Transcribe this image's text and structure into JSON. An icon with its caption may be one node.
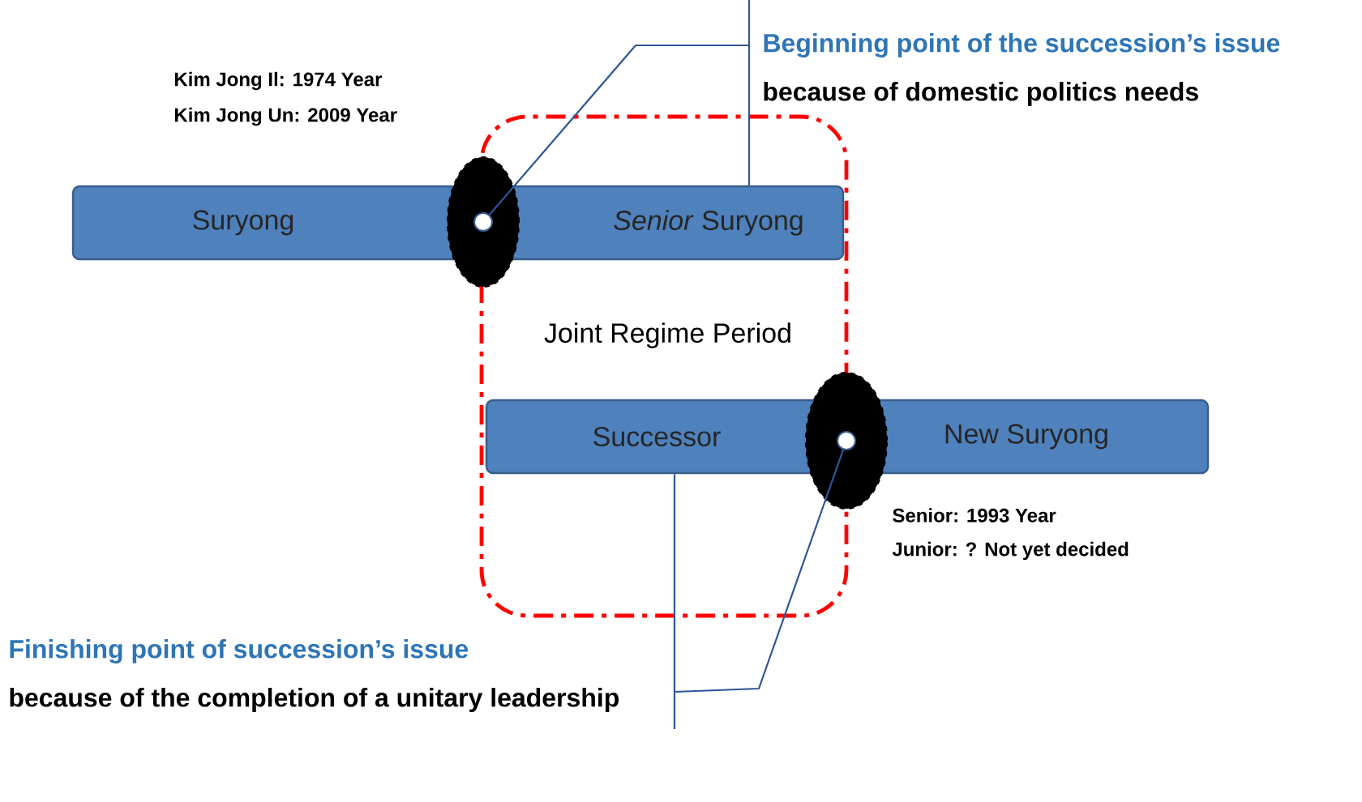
{
  "diagram": {
    "nodes": [
      {
        "text": [
          "Suryong",
          "*Senior* Suryong"
        ]
      },
      {
        "text": [
          "Successor",
          "New Suryong"
        ]
      },
      {
        "text": [
          "Joint Regime Period"
        ]
      },
      {
        "text": [],
        "shape": "ellipse",
        "beside": [
          "Kim Jong Il: 1974 Year",
          "Kim Jong Un: 2009 Year"
        ]
      },
      {
        "text": [],
        "shape": "ellipse",
        "beside": [
          "Senior: 1993 Year",
          "Junior: ? Not yet decided"
        ]
      },
      {
        "text": [
          "Beginning point of the succession’s issue",
          "because of domestic politics needs"
        ]
      },
      {
        "text": [
          "Finishing point of succession’s issue",
          "because of the completion of a unitary leadership"
        ]
      }
    ],
    "edges": [
      {
        "from": 5,
        "to": 3,
        "arrow": "none"
      },
      {
        "from": 5,
        "to": 0,
        "arrow": "none"
      },
      {
        "from": 6,
        "to": 4,
        "arrow": "none"
      },
      {
        "from": 6,
        "to": 1,
        "arrow": "none"
      }
    ]
  }
}
